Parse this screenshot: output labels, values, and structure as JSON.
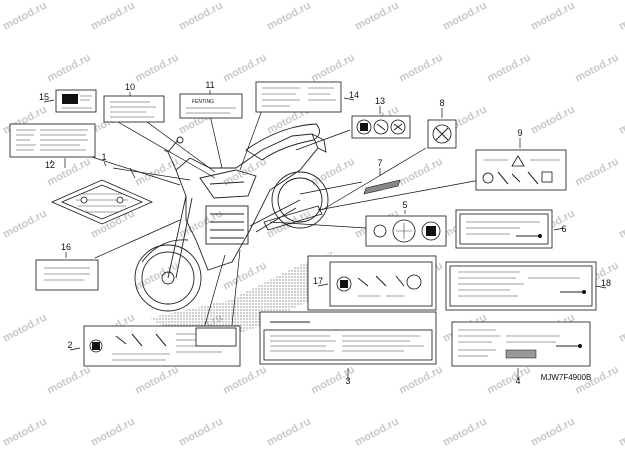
{
  "diagram": {
    "drawing_code": "MJW7F4900B",
    "watermark": "motod.ru",
    "callouts": [
      {
        "id": "1",
        "label": "1"
      },
      {
        "id": "2",
        "label": "2"
      },
      {
        "id": "3",
        "label": "3"
      },
      {
        "id": "4",
        "label": "4"
      },
      {
        "id": "5",
        "label": "5"
      },
      {
        "id": "6",
        "label": "6"
      },
      {
        "id": "7",
        "label": "7"
      },
      {
        "id": "8",
        "label": "8"
      },
      {
        "id": "9",
        "label": "9"
      },
      {
        "id": "10",
        "label": "10"
      },
      {
        "id": "11",
        "label": "11"
      },
      {
        "id": "12",
        "label": "12"
      },
      {
        "id": "13",
        "label": "13"
      },
      {
        "id": "14",
        "label": "14"
      },
      {
        "id": "15",
        "label": "15"
      },
      {
        "id": "16",
        "label": "16"
      },
      {
        "id": "17",
        "label": "17"
      },
      {
        "id": "18",
        "label": "18"
      }
    ],
    "label_texts": {
      "label_11_heading": "FENTING"
    }
  }
}
